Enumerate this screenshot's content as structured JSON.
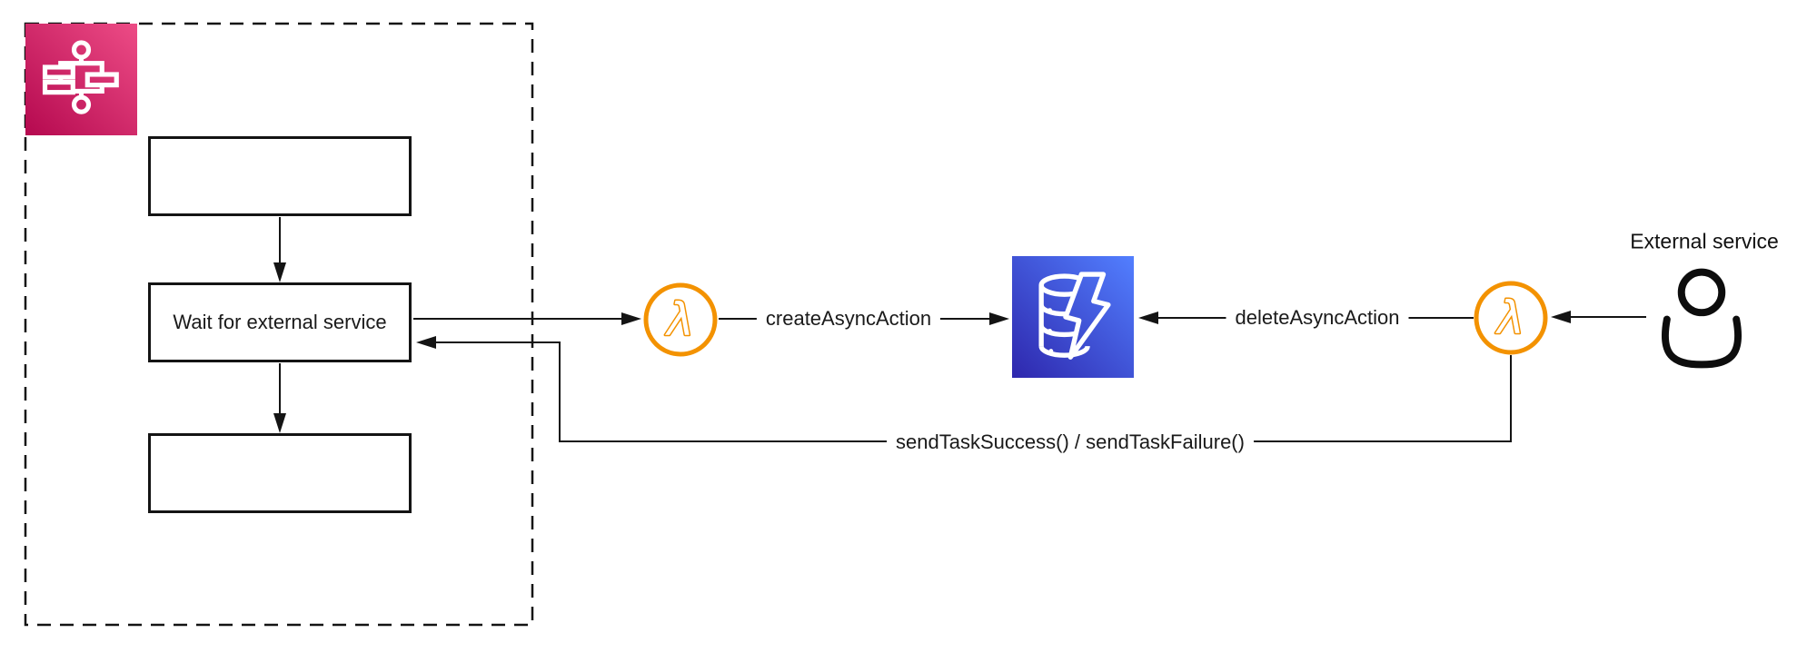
{
  "diagram": {
    "type": "aws-architecture-diagram",
    "group": {
      "name": "state-machine-group",
      "icon": "step-functions-icon",
      "border_style": "dashed"
    },
    "boxes": {
      "top": "",
      "wait": "Wait for external service",
      "bottom": ""
    },
    "edges": {
      "create": "createAsyncAction",
      "delete": "deleteAsyncAction",
      "callback": "sendTaskSuccess() / sendTaskFailure()"
    },
    "actors": {
      "external_service": "External service"
    },
    "icons": {
      "step_functions": "step-functions-icon",
      "lambda_create": "lambda-icon",
      "lambda_delete": "lambda-icon",
      "dynamodb": "dynamodb-icon",
      "user": "user-icon"
    },
    "glyphs": {
      "lambda": "λ"
    },
    "colors": {
      "stepfunctions_gradient_start": "#B5094F",
      "stepfunctions_gradient_end": "#ED4C86",
      "lambda_orange": "#F39200",
      "dynamodb_gradient_start": "#2E27AD",
      "dynamodb_gradient_end": "#527FFF",
      "line": "#141414",
      "background": "#FFFFFF"
    }
  }
}
